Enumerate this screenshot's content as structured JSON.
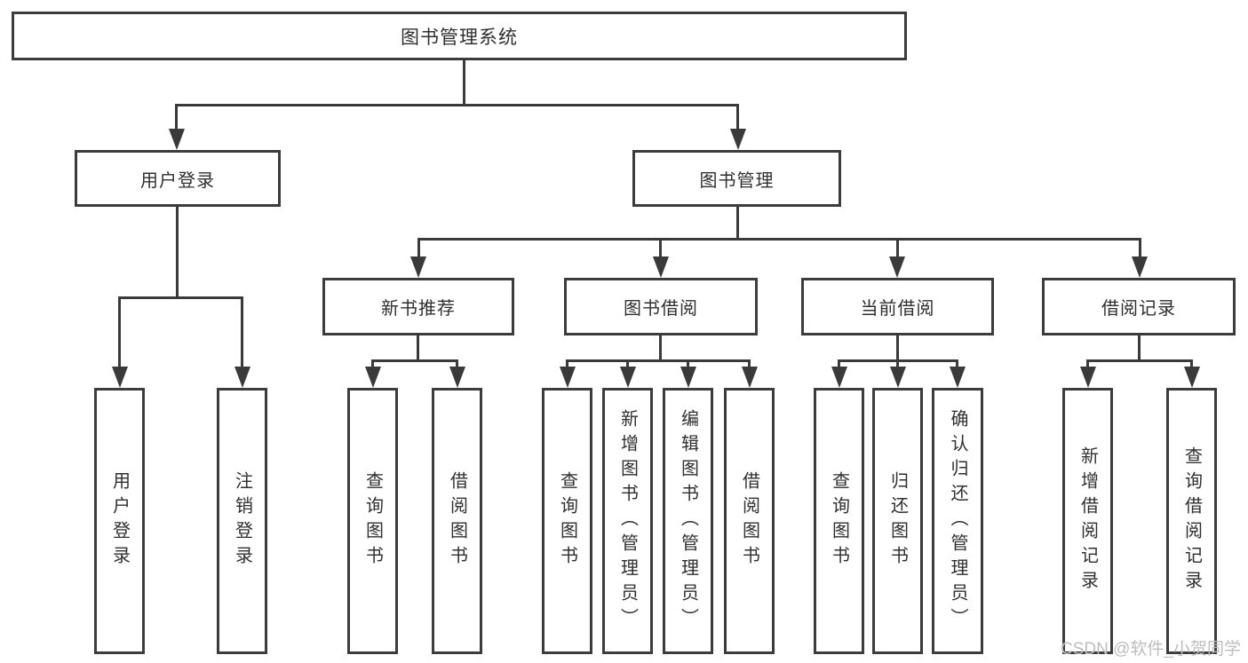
{
  "diagram_type": "hierarchy-flowchart",
  "tree": {
    "label": "图书管理系统",
    "children": [
      {
        "label": "用户登录",
        "children": [
          {
            "label": "用户登录"
          },
          {
            "label": "注销登录"
          }
        ]
      },
      {
        "label": "图书管理",
        "children": [
          {
            "label": "新书推荐",
            "children": [
              {
                "label": "查询图书"
              },
              {
                "label": "借阅图书"
              }
            ]
          },
          {
            "label": "图书借阅",
            "children": [
              {
                "label": "查询图书"
              },
              {
                "label": "新增图书（管理员）"
              },
              {
                "label": "编辑图书（管理员）"
              },
              {
                "label": "借阅图书"
              }
            ]
          },
          {
            "label": "当前借阅",
            "children": [
              {
                "label": "查询图书"
              },
              {
                "label": "归还图书"
              },
              {
                "label": "确认归还（管理员）"
              }
            ]
          },
          {
            "label": "借阅记录",
            "children": [
              {
                "label": "新增借阅记录"
              },
              {
                "label": "查询借阅记录"
              }
            ]
          }
        ]
      }
    ]
  },
  "watermark": "CSDN @软件_小贺同学",
  "colors": {
    "line": "#3a3a3a",
    "border": "#3c3c3c",
    "text": "#2f2f2f",
    "watermark": "#bdbdbd",
    "bg": "#ffffff"
  }
}
